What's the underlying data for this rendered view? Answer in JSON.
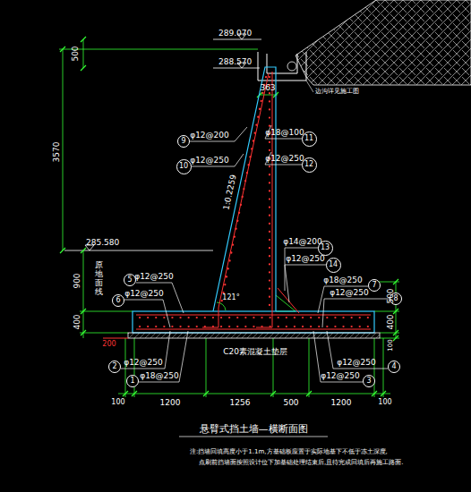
{
  "diagram": {
    "title": "悬臂式挡土墙—横断面图",
    "nodes": [
      {
        "text": [
          "9"
        ]
      },
      {
        "text": [
          "11"
        ]
      },
      {
        "text": [
          "10"
        ]
      },
      {
        "text": [
          "12"
        ]
      },
      {
        "text": [
          "13"
        ]
      },
      {
        "text": [
          "14"
        ]
      },
      {
        "text": [
          "5"
        ]
      },
      {
        "text": [
          "7"
        ]
      },
      {
        "text": [
          "6"
        ]
      },
      {
        "text": [
          "8"
        ]
      },
      {
        "text": [
          "2"
        ]
      },
      {
        "text": [
          "4"
        ]
      },
      {
        "text": [
          "1"
        ]
      },
      {
        "text": [
          "3"
        ]
      }
    ],
    "labels": [
      "289.070",
      "500",
      "288.570",
      "3570",
      "363",
      "φ12@200",
      "φ18@100",
      "φ12@250",
      "φ12@250",
      "1:0.2259",
      "285.580",
      "900",
      "原地面线",
      "400",
      "φ14@200",
      "φ12@250",
      "φ12@250",
      "φ18@250",
      "φ12@250",
      "φ12@250",
      "121°",
      "500",
      "400",
      "100",
      "200",
      "C20素混凝土垫层",
      "φ12@250",
      "φ12@250",
      "φ18@250",
      "φ12@250",
      "100",
      "1200",
      "1256",
      "500",
      "1200",
      "100",
      "边沟详见施工图",
      "注:挡墙回填高度小于1.1m,方基础板应置于实际地基下不低于冻土深度,",
      "点刷前挡墙面按照设计位下加基础处理结束后,且待完成回填后再施工路面."
    ]
  }
}
